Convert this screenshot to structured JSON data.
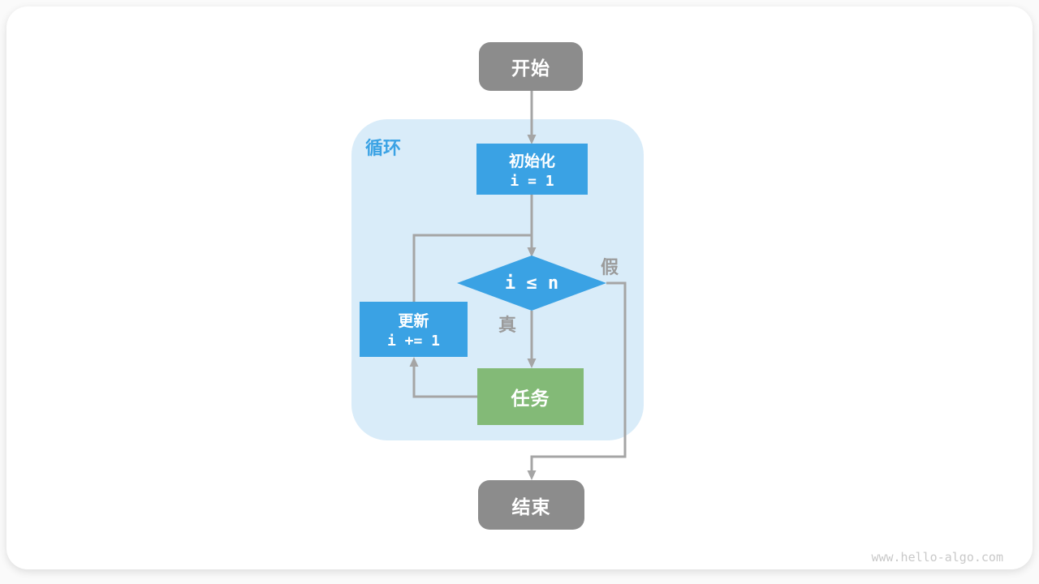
{
  "page": {
    "watermark": "www.hello-algo.com"
  },
  "colors": {
    "node_blue": "#3aa2e4",
    "node_green": "#83ba77",
    "node_gray": "#8c8c8c",
    "loop_container_bg": "#d9ecf9",
    "wire_gray": "#a5a5a5",
    "branch_label_gray": "#9b9b9b",
    "loop_label_blue": "#3aa2e4",
    "card_bg": "#ffffff"
  },
  "flowchart": {
    "start": {
      "label": "开始"
    },
    "loop": {
      "label": "循环"
    },
    "init": {
      "title": "初始化",
      "code": "i = 1"
    },
    "condition": {
      "code": "i ≤ n"
    },
    "branches": {
      "true_label": "真",
      "false_label": "假"
    },
    "update": {
      "title": "更新",
      "code": "i += 1"
    },
    "task": {
      "label": "任务"
    },
    "end": {
      "label": "结束"
    }
  }
}
